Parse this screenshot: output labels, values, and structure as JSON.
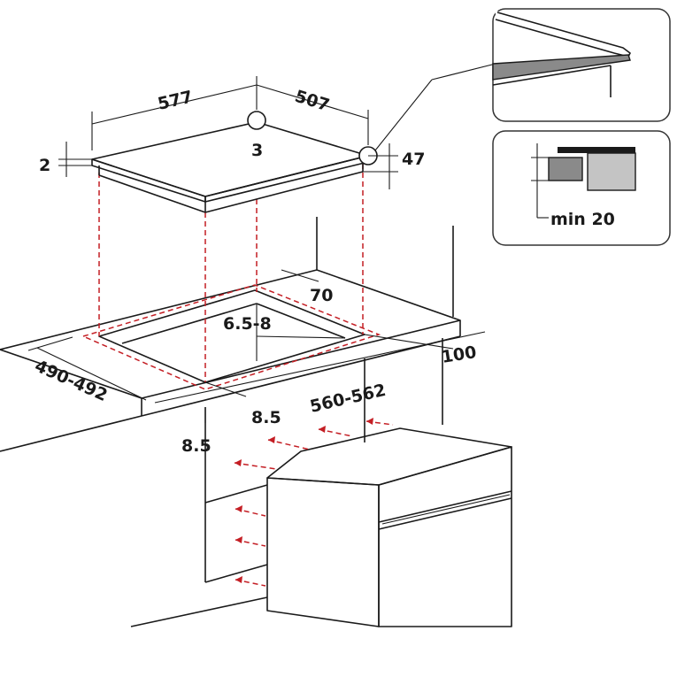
{
  "colors": {
    "line": "#1a1a1a",
    "cutout_dash": "#c41e24",
    "detail_dark": "#8a8a8a",
    "detail_light": "#c4c4c4",
    "panel_border": "#333333"
  },
  "dimensions": {
    "hob_width": "577",
    "hob_depth": "507",
    "hob_glass_thickness": "2",
    "hob_corner_radius": "3",
    "hob_height": "47",
    "cutout_depth": "490-492",
    "cutout_width": "560-562",
    "back_clearance": "70",
    "corner_radius_cut": "6.5-8",
    "side_clearance_right": "100",
    "side_clearance_left": "8.5",
    "front_clearance": "8.5"
  },
  "detail_panel": {
    "min_clearance_label": "min 20"
  }
}
